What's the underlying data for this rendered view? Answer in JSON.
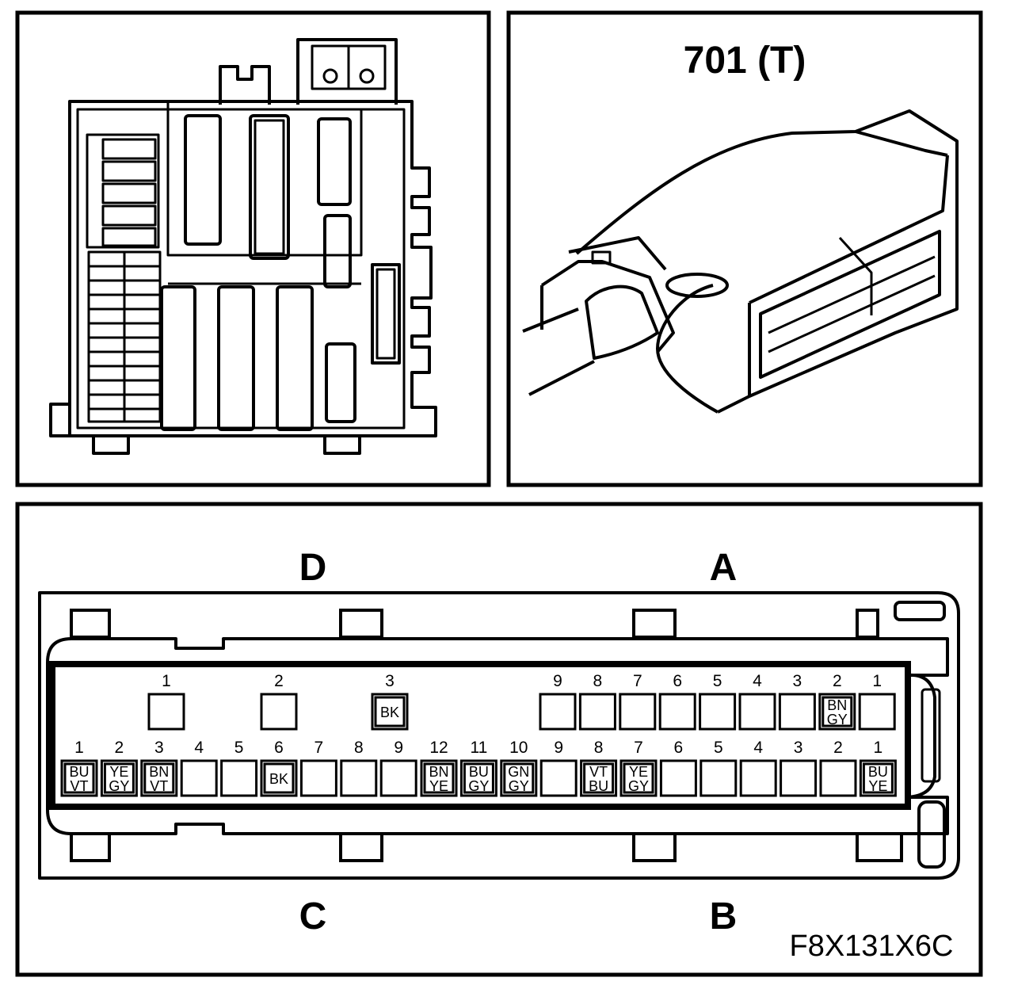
{
  "title": "701 (T)",
  "figure_code": "F8X131X6C",
  "side_labels": {
    "top_left": "D",
    "top_right": "A",
    "bottom_left": "C",
    "bottom_right": "B"
  },
  "connector": {
    "row_d": [
      {
        "pin": "1",
        "wire": ""
      },
      {
        "pin": "2",
        "wire": ""
      },
      {
        "pin": "3",
        "wire": "BK"
      }
    ],
    "row_a": [
      {
        "pin": "9",
        "wire": ""
      },
      {
        "pin": "8",
        "wire": ""
      },
      {
        "pin": "7",
        "wire": ""
      },
      {
        "pin": "6",
        "wire": ""
      },
      {
        "pin": "5",
        "wire": ""
      },
      {
        "pin": "4",
        "wire": ""
      },
      {
        "pin": "3",
        "wire": ""
      },
      {
        "pin": "2",
        "wire": "BN GY"
      },
      {
        "pin": "1",
        "wire": ""
      }
    ],
    "row_c": [
      {
        "pin": "1",
        "wire": "BU VT"
      },
      {
        "pin": "2",
        "wire": "YE GY"
      },
      {
        "pin": "3",
        "wire": "BN VT"
      },
      {
        "pin": "4",
        "wire": ""
      },
      {
        "pin": "5",
        "wire": ""
      },
      {
        "pin": "6",
        "wire": "BK"
      },
      {
        "pin": "7",
        "wire": ""
      },
      {
        "pin": "8",
        "wire": ""
      },
      {
        "pin": "9",
        "wire": ""
      }
    ],
    "row_b": [
      {
        "pin": "12",
        "wire": "BN YE"
      },
      {
        "pin": "11",
        "wire": "BU GY"
      },
      {
        "pin": "10",
        "wire": "GN GY"
      },
      {
        "pin": "9",
        "wire": ""
      },
      {
        "pin": "8",
        "wire": "VT BU"
      },
      {
        "pin": "7",
        "wire": "YE GY"
      },
      {
        "pin": "6",
        "wire": ""
      },
      {
        "pin": "5",
        "wire": ""
      },
      {
        "pin": "4",
        "wire": ""
      },
      {
        "pin": "3",
        "wire": ""
      },
      {
        "pin": "2",
        "wire": ""
      },
      {
        "pin": "1",
        "wire": "BU YE"
      }
    ]
  }
}
